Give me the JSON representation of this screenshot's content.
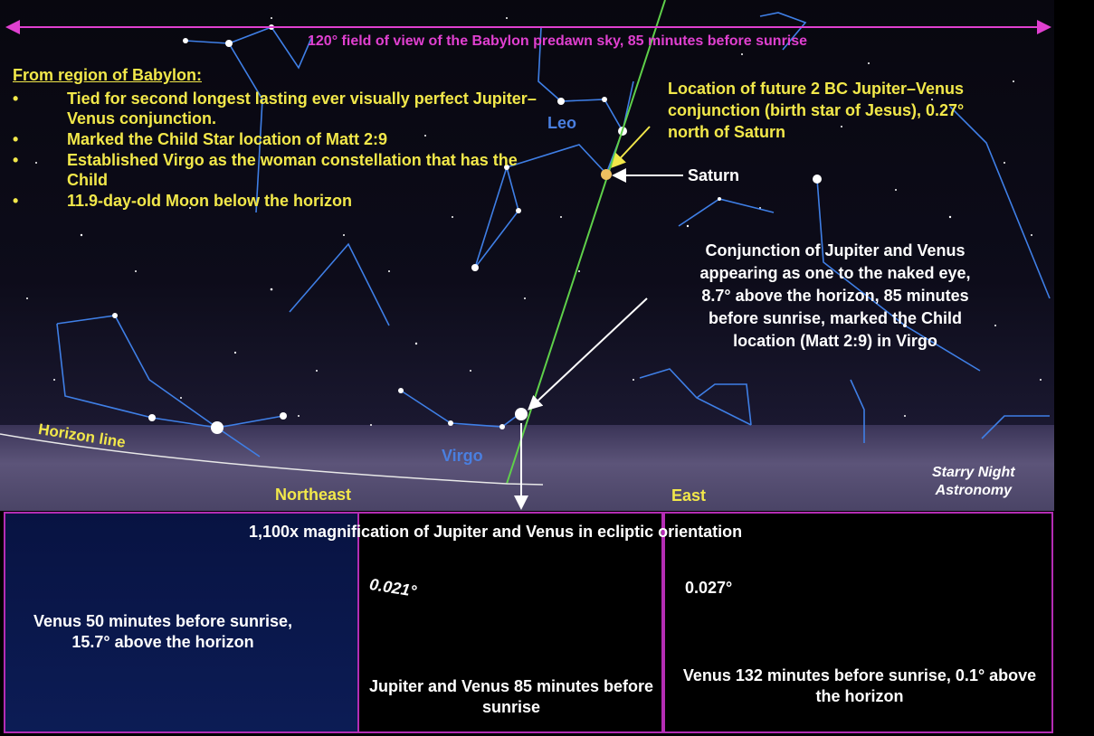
{
  "title": "120° field of view of the Babylon predawn sky, 85 minutes before sunrise",
  "region_title": "From region of Babylon:",
  "bullets": [
    "Tied for second longest lasting ever visually perfect Jupiter–Venus conjunction.",
    "Marked the Child Star location of Matt 2:9",
    "Established Virgo as the woman constellation that has the Child",
    "11.9-day-old Moon below the horizon"
  ],
  "constellations": {
    "leo": "Leo",
    "virgo": "Virgo"
  },
  "future_conjunction_note": [
    "Location of future 2 BC Jupiter–Venus",
    "conjunction (birth star of Jesus), 0.27°",
    "north of Saturn"
  ],
  "saturn_label": "Saturn",
  "conjunction_note": [
    "Conjunction of Jupiter and Venus",
    "appearing as one to the naked eye,",
    "8.7° above the horizon, 85 minutes",
    "before sunrise, marked the Child",
    "location (Matt 2:9) in Virgo"
  ],
  "horizon_label": "Horizon line",
  "directions": {
    "northeast": "Northeast",
    "east": "East"
  },
  "credit": [
    "Starry Night",
    "Astronomy"
  ],
  "magnification_title": "1,100x magnification of Jupiter and Venus in ecliptic orientation",
  "panels": {
    "left": "Venus 50 minutes before sunrise, 15.7° above the horizon",
    "center": "Jupiter and Venus 85 minutes before sunrise",
    "right": "Venus 132 minutes before sunrise, 0.1° above the horizon"
  },
  "separations": {
    "left": "0.021°",
    "right": "0.027°"
  },
  "colors": {
    "label_yellow": "#f2e84a",
    "arrow_magenta": "#e040d0",
    "constellation_blue": "#3f7fe6",
    "ecliptic_green": "#5fd04a"
  }
}
